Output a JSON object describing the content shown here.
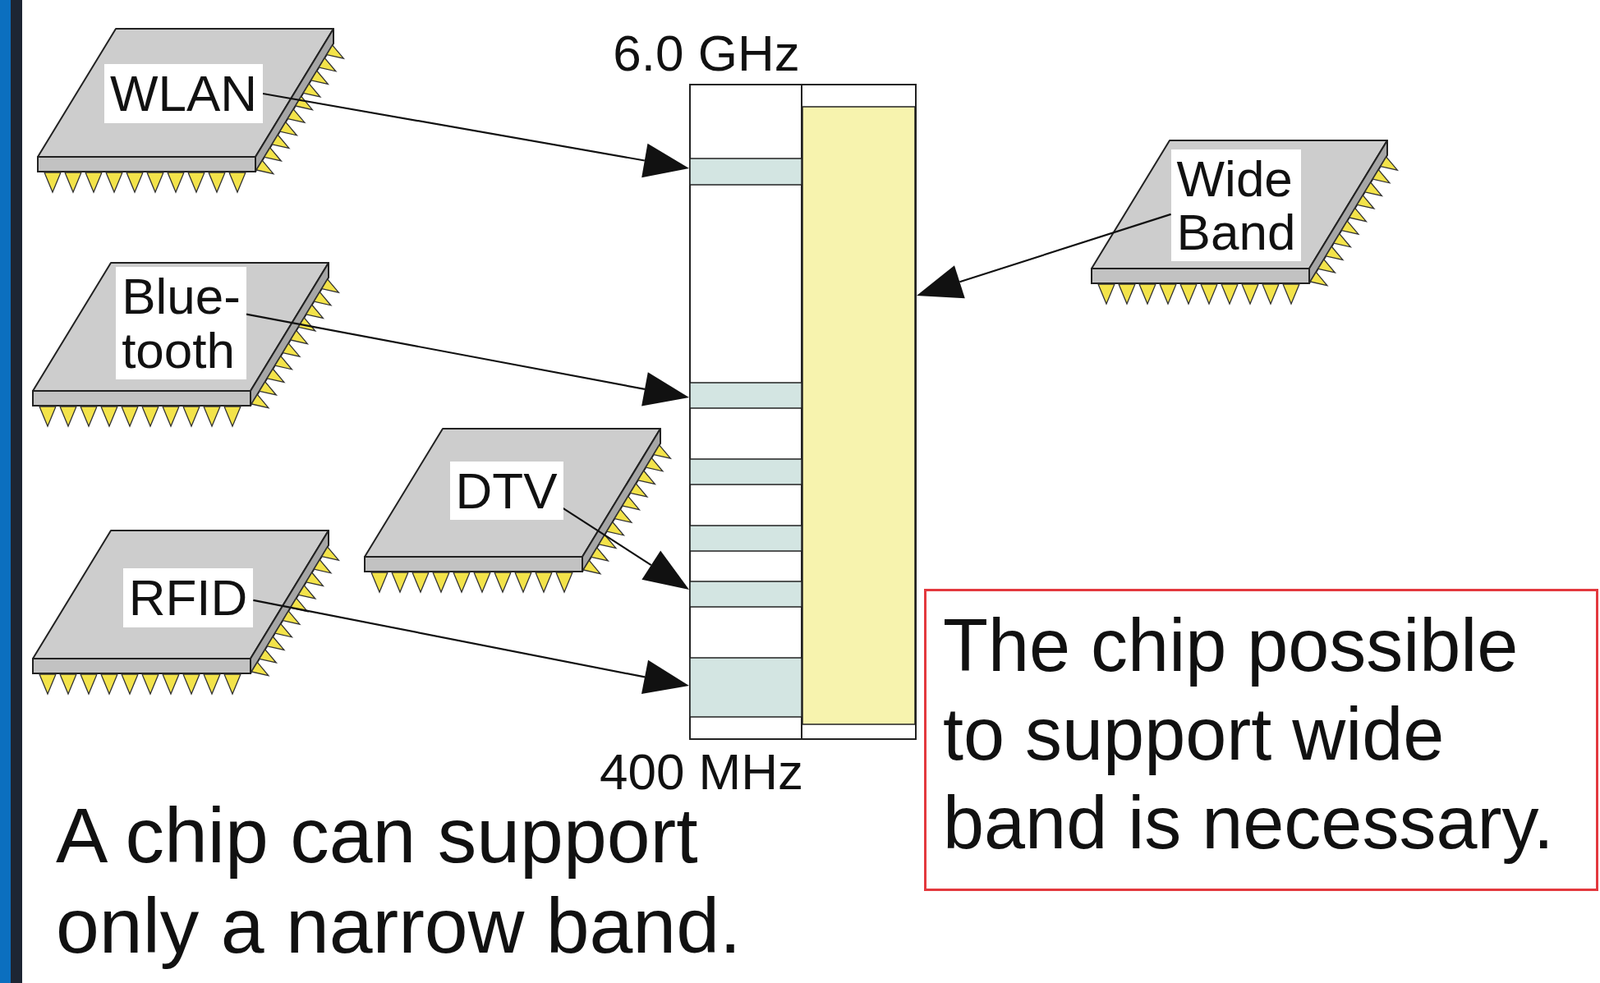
{
  "diagram": {
    "nodes": [
      {
        "text": [
          "WLAN"
        ]
      },
      {
        "text": [
          "Blue- tooth"
        ]
      },
      {
        "text": [
          "DTV"
        ]
      },
      {
        "text": [
          "RFID"
        ]
      },
      {
        "text": [
          "6.0 GHz",
          "400 MHz"
        ]
      },
      {
        "text": [
          "Wide Band"
        ]
      },
      {
        "text": [
          "The chip possible to support wide band is necessary."
        ]
      }
    ],
    "edges": [
      {
        "from": 0,
        "to": 4,
        "arrow": "to"
      },
      {
        "from": 1,
        "to": 4,
        "arrow": "to"
      },
      {
        "from": 2,
        "to": 4,
        "arrow": "to"
      },
      {
        "from": 3,
        "to": 4,
        "arrow": "to"
      },
      {
        "from": 5,
        "to": 4,
        "arrow": "to"
      }
    ],
    "labels": [
      "A chip can support only a narrow band."
    ]
  }
}
